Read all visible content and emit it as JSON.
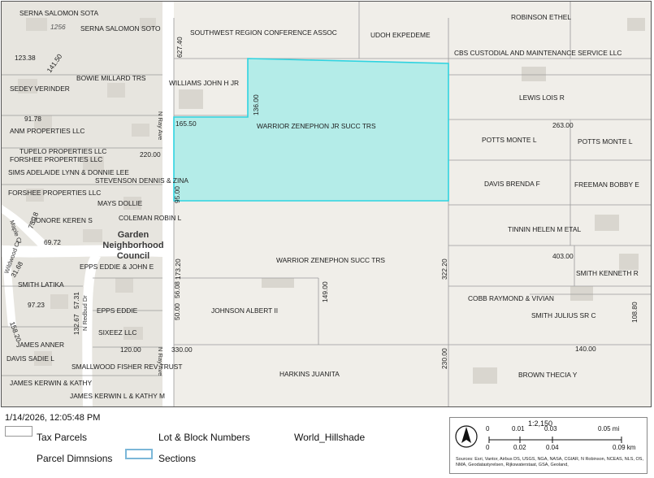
{
  "map": {
    "neighborhood": {
      "line1": "Garden",
      "line2": "Neighborhood",
      "line3": "Council"
    },
    "roads": [
      "N Ray Ave",
      "N Ray Ave",
      "N Redbud Dr",
      "Maple Ct",
      "Wildwood Ct"
    ],
    "owners": {
      "serna1": "SERNA SALOMON SOTA",
      "serna2": "SERNA SALOMON SOTO",
      "addr1256": "1256",
      "southwest": "SOUTHWEST REGION CONFERENCE ASSOC",
      "udoh": "UDOH EKPEDEME",
      "robinson": "ROBINSON ETHEL",
      "cbs": "CBS CUSTODIAL AND MAINTENANCE SERVICE LLC",
      "williams": "WILLIAMS JOHN H JR",
      "sedey": "SEDEY VERINDER",
      "bowie": "BOWIE MILLARD TRS",
      "lewis": "LEWIS LOIS R",
      "anm": "ANM PROPERTIES LLC",
      "warrior_jr": "WARRIOR ZENEPHON JR SUCC TRS",
      "tupelo": "TUPELO PROPERTIES LLC",
      "forshee1": "FORSHEE PROPERTIES LLC",
      "potts1": "POTTS MONTE L",
      "potts2": "POTTS MONTE L",
      "sims": "SIMS ADELAIDE LYNN & DONNIE LEE",
      "stevenson": "STEVENSON DENNIS & ZINA",
      "davis_brenda": "DAVIS BRENDA F",
      "freeman": "FREEMAN BOBBY E",
      "forshee2": "FORSHEE PROPERTIES LLC",
      "mays": "MAYS DOLLIE",
      "honore": "HONORE KEREN S",
      "coleman": "COLEMAN ROBIN L",
      "tinnin": "TINNIN HELEN M ETAL",
      "epps_je": "EPPS EDDIE & JOHN E",
      "warrior": "WARRIOR ZENEPHON SUCC TRS",
      "smith_kenneth": "SMITH KENNETH R",
      "smith_latika": "SMITH LATIKA",
      "epps": "EPPS EDDIE",
      "johnson": "JOHNSON ALBERT II",
      "cobb": "COBB RAYMOND & VIVIAN",
      "sixeez": "SIXEEZ LLC",
      "smith_julius": "SMITH JULIUS SR C",
      "james_anner": "JAMES ANNER",
      "davis_sadie": "DAVIS SADIE L",
      "smallwood": "SMALLWOOD FISHER REV TRUST",
      "harkins": "HARKINS JUANITA",
      "brown": "BROWN THECIA Y",
      "jk_kathy": "JAMES KERWIN & KATHY",
      "jkl_kathy": "JAMES KERWIN L & KATHY M"
    },
    "dims": {
      "d627": "627.40",
      "d123": "123.38",
      "d141": "141.50",
      "d136": "136.00",
      "d91": "91.78",
      "d165": "165.50",
      "d263": "263.00",
      "d220": "220.00",
      "d95": "95.00",
      "d75": "75.18",
      "d69": "69.72",
      "d31": "31.68",
      "d403": "403.00",
      "d173": "173.20",
      "d322": "322.20",
      "d57": "57.31",
      "d56": "56.08",
      "d149": "149.00",
      "d97": "97.23",
      "d50": "50.00",
      "d132": "132.67",
      "d158": "158.20",
      "d108": "108.80",
      "d120": "120.00",
      "d330": "330.00",
      "d140": "140.00",
      "d230": "230.00"
    }
  },
  "footer": {
    "timestamp": "1/14/2026, 12:05:48 PM",
    "legend": {
      "tax_parcels": "Tax Parcels",
      "lot_block": "Lot & Block Numbers",
      "hillshade": "World_Hillshade",
      "parcel_dims": "Parcel Dimnsions",
      "sections": "Sections"
    },
    "scale": {
      "ratio": "1:2,150",
      "mi_ticks": [
        "0",
        "0.01",
        "0.03",
        "0.05 mi"
      ],
      "km_ticks": [
        "0",
        "0.02",
        "0.04",
        "0.09 km"
      ],
      "sources": "Sources: Esri, Vantor, Airbus DS, USGS, NGA, NASA, CGIAR, N Robinson, NCEAS, NLS, OS, NMA, Geodatastyrelsen, Rijkswaterstaat, GSA, Geoland,"
    },
    "colors": {
      "section_fill": "#b4ece8",
      "section_stroke": "#2fd3e0",
      "parcel_line": "#9a9a9a",
      "road": "#ffffff"
    }
  }
}
